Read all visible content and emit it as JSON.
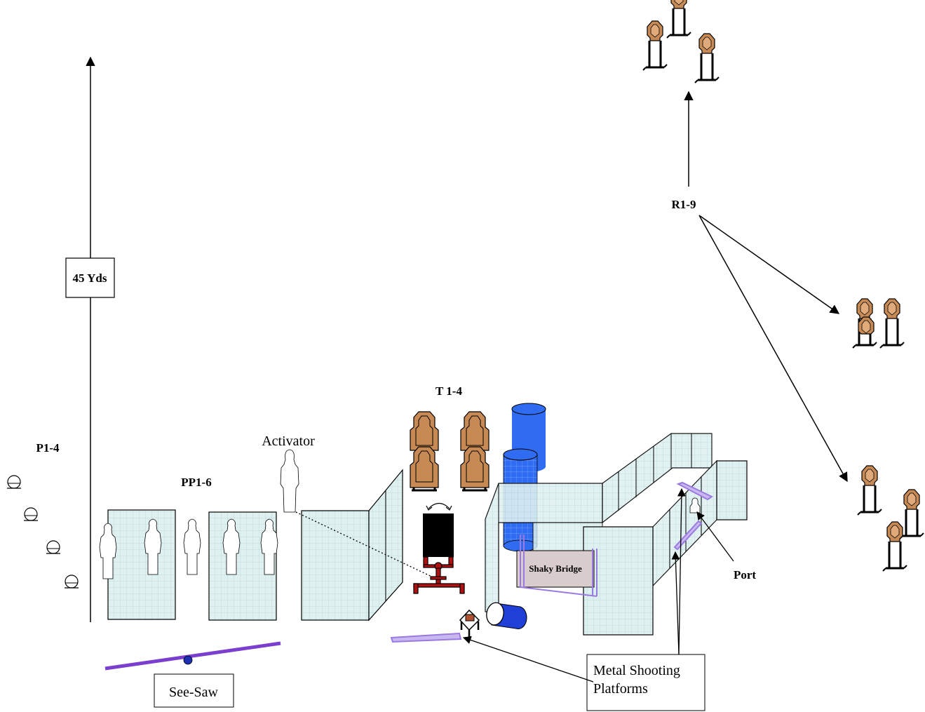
{
  "labels": {
    "range_distance": "45 Yds",
    "poppers": "P1-4",
    "paper_popups": "PP1-6",
    "activator": "Activator",
    "targets_t": "T 1-4",
    "rifle_targets": "R1-9",
    "bridge": "Shaky Bridge",
    "port": "Port",
    "see_saw": "See-Saw",
    "platforms_line1": "Metal Shooting",
    "platforms_line2": "Platforms"
  },
  "colors": {
    "wall_fill": "#dff0f0",
    "wall_grid": "#b5d6d6",
    "barrel_blue": "#2f6cf2",
    "target_tan": "#c88a55",
    "seesaw_purple": "#7b3fd0",
    "stand_red": "#b01010",
    "bridge_gray": "#d8cccc"
  }
}
